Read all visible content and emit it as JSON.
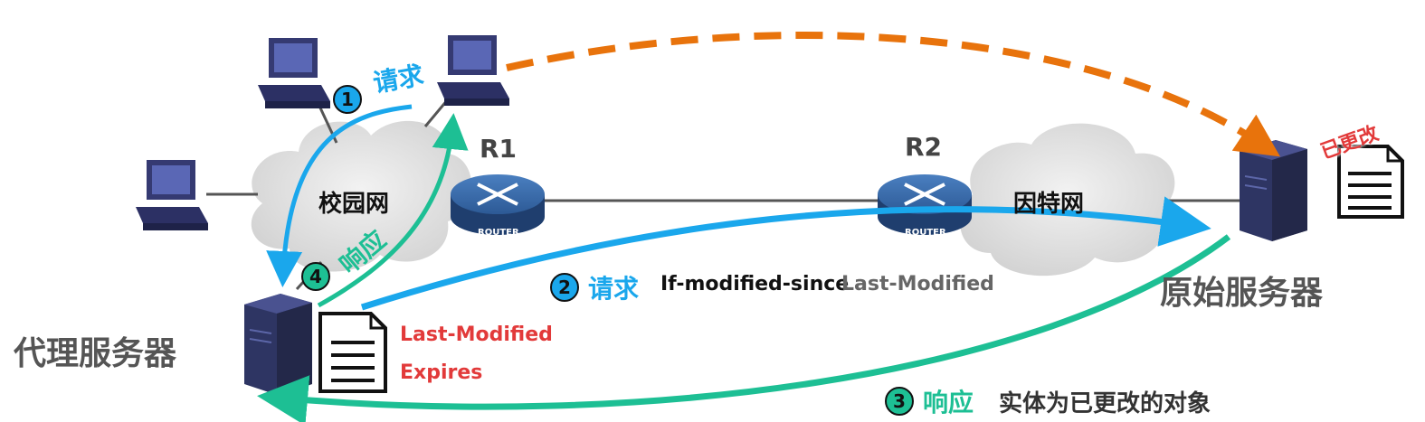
{
  "colors": {
    "blue": "#1aa7ec",
    "teal": "#1dbf94",
    "orange": "#e8730c",
    "red": "#e23a3a",
    "server": "#2e3563"
  },
  "networks": {
    "campus": "校园网",
    "internet": "因特网"
  },
  "routers": {
    "r1": {
      "name": "R1",
      "badge": "ROUTER"
    },
    "r2": {
      "name": "R2",
      "badge": "ROUTER"
    }
  },
  "servers": {
    "proxy": "代理服务器",
    "origin": "原始服务器"
  },
  "origin_doc_tag": "已更改",
  "proxy_doc": {
    "line1": "Last-Modified",
    "line2": "Expires"
  },
  "steps": [
    {
      "num": "1",
      "label": "请求"
    },
    {
      "num": "2",
      "label": "请求",
      "header": "If-modified-since",
      "value": "Last-Modified"
    },
    {
      "num": "3",
      "label": "响应",
      "note": "实体为已更改的对象"
    },
    {
      "num": "4",
      "label": "响应"
    }
  ]
}
